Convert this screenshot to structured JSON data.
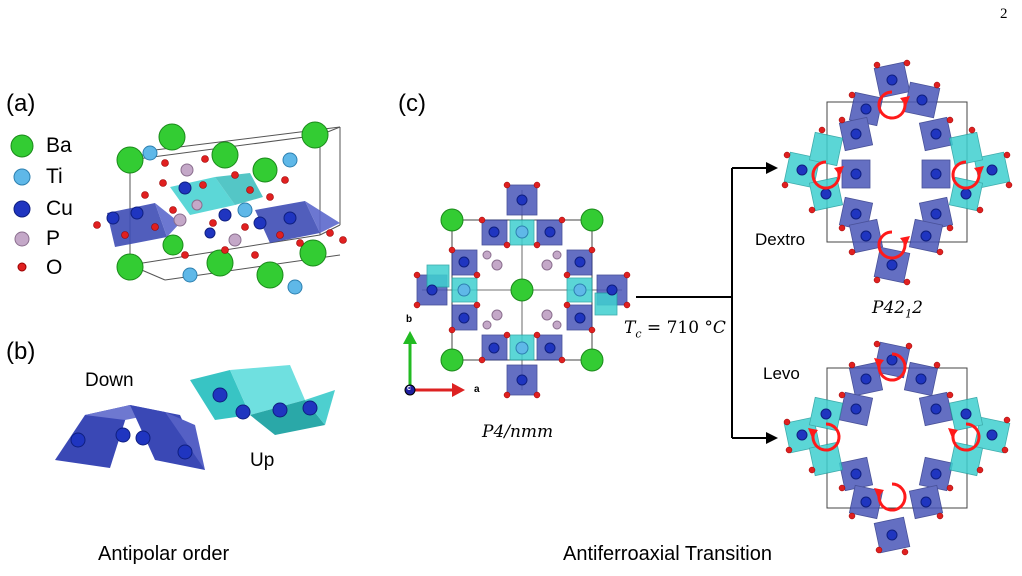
{
  "page_number": "2",
  "panels": {
    "a": {
      "label": "(a)",
      "legend": [
        {
          "element": "Ba",
          "color": "#33cc33"
        },
        {
          "element": "Ti",
          "color": "#5fb8e8"
        },
        {
          "element": "Cu",
          "color": "#1f35c0"
        },
        {
          "element": "P",
          "color": "#c4a8c8"
        },
        {
          "element": "O",
          "color": "#e02020"
        }
      ]
    },
    "b": {
      "label": "(b)",
      "down_label": "Down",
      "up_label": "Up",
      "caption": "Antipolar order"
    },
    "c": {
      "label": "(c)",
      "parent_group": "P4/nmm",
      "transition_temp": "T_c = 710 °C",
      "dextro_label": "Dextro",
      "levo_label": "Levo",
      "child_group": "P42_12",
      "axis_b": "b",
      "axis_a": "a",
      "axis_c": "c",
      "caption": "Antiferroaxial Transition"
    }
  },
  "colors": {
    "ba": "#33cc33",
    "ti": "#5fb8e8",
    "cu": "#1f35c0",
    "p": "#c4a8c8",
    "o": "#e02020",
    "cu_poly": "#4a56b8",
    "ti_poly": "#3fd0d0",
    "rotation": "#ff1a1a"
  }
}
